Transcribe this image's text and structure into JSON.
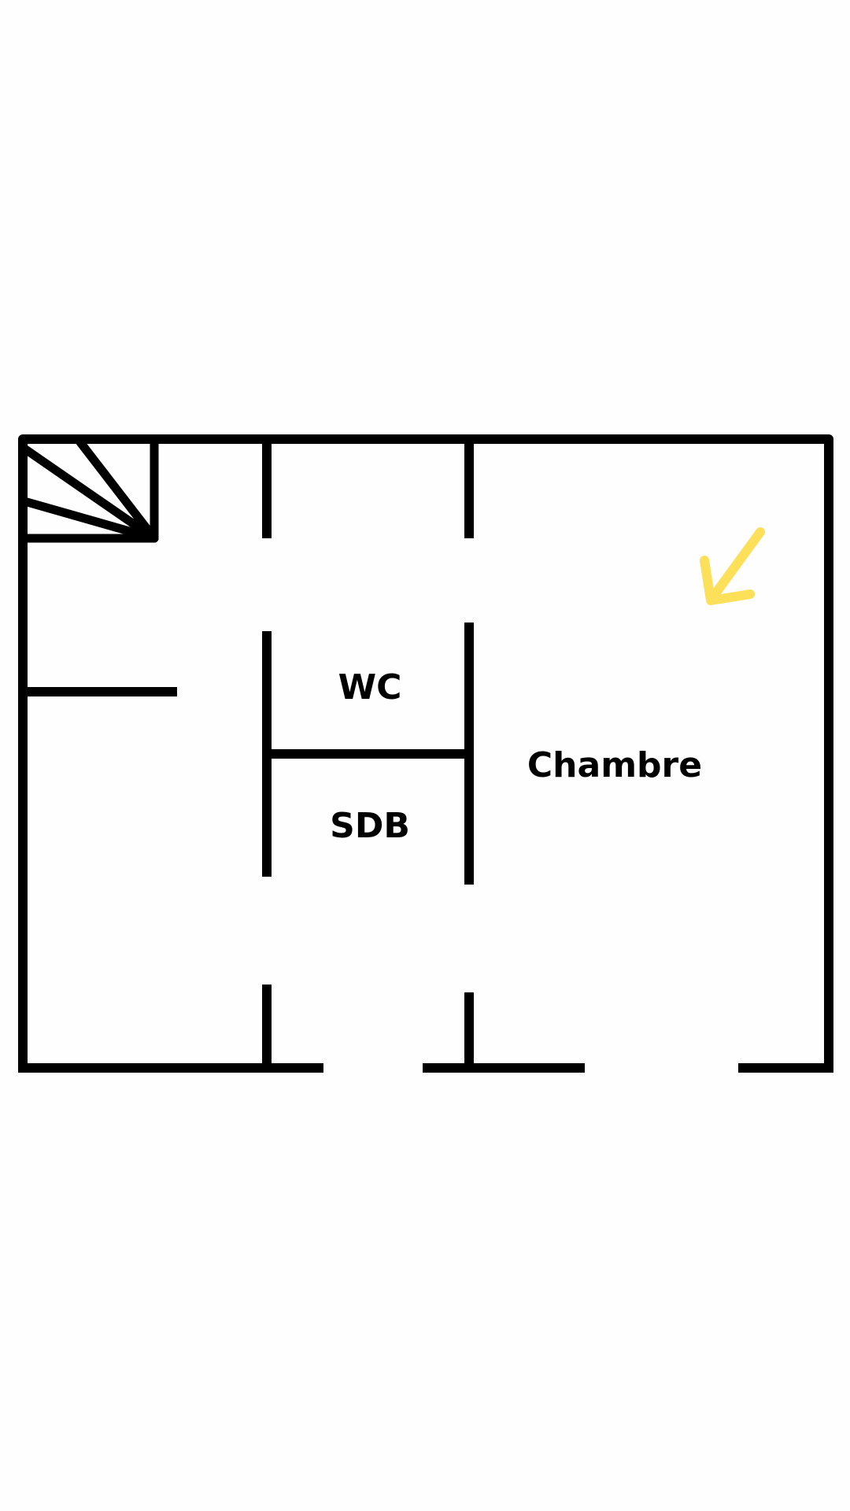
{
  "plan": {
    "rooms": {
      "wc": "WC",
      "sdb": "SDB",
      "chambre": "Chambre"
    },
    "colors": {
      "wall": "#000000",
      "arrow": "#FDE05A",
      "background": "#FEFEFE"
    },
    "icons": {
      "stairs": "stairs-icon",
      "entrance_arrow": "arrow-down-left-icon"
    }
  }
}
